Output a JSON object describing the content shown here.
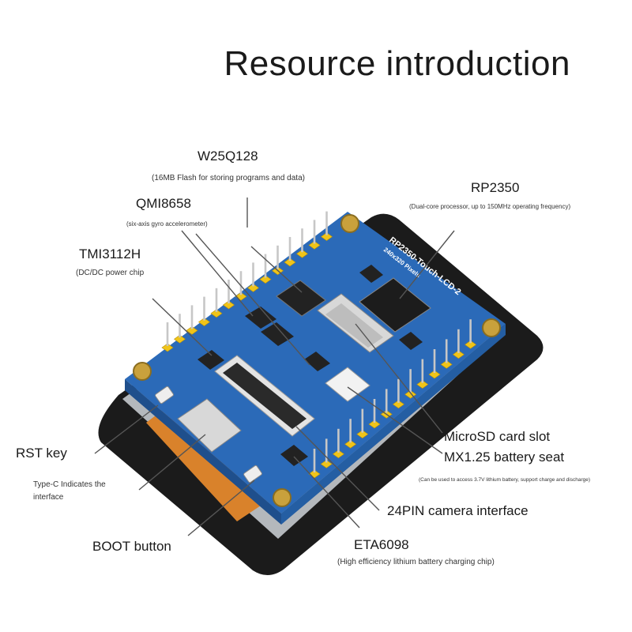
{
  "title": "Resource introduction",
  "board": {
    "silkscreen_name": "RP2350-Touch-LCD-2",
    "silkscreen_sub": "240x320 Pixels"
  },
  "callouts": {
    "w25q128": {
      "name": "W25Q128",
      "desc": "(16MB Flash for storing programs and data)"
    },
    "rp2350": {
      "name": "RP2350",
      "desc": "(Dual-core processor, up to 150MHz operating frequency)"
    },
    "qmi8658": {
      "name": "QMI8658",
      "desc": "(six-axis gyro accelerometer)"
    },
    "tmi3112h": {
      "name": "TMI3112H",
      "desc": "(DC/DC power chip"
    },
    "rst_key": {
      "name": "RST key"
    },
    "type_c": {
      "line1": "Type-C Indicates the",
      "line2": "interface"
    },
    "boot": {
      "name": "BOOT button"
    },
    "microsd": {
      "name": "MicroSD card slot"
    },
    "battery": {
      "name": "MX1.25 battery seat",
      "desc": "(Can be used to access 3.7V lithium battery, support charge and discharge)"
    },
    "camera": {
      "name": "24PIN camera interface"
    },
    "eta6098": {
      "name": "ETA6098",
      "desc": "(High efficiency lithium battery charging chip)"
    }
  }
}
